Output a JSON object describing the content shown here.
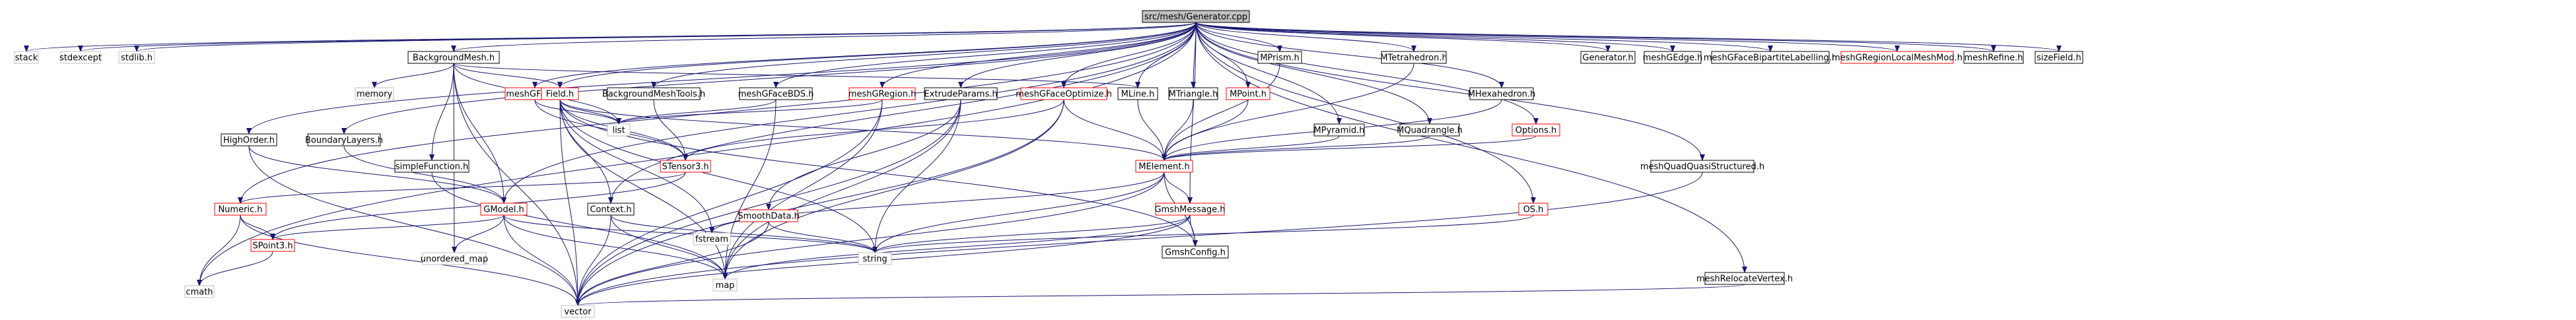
{
  "colors": {
    "edge": "#191970",
    "root_fill": "#bfbfbf",
    "default_fill": "#ffffff",
    "default_border": "#000000",
    "link_border": "#ff0000",
    "ext_border": "#bfbfbf",
    "text": "#000000"
  },
  "nodes": [
    {
      "id": "root",
      "label": "src/mesh/Generator.cpp",
      "style": "root"
    },
    {
      "id": "stack",
      "label": "stack",
      "style": "ext"
    },
    {
      "id": "stdexcept",
      "label": "stdexcept",
      "style": "ext"
    },
    {
      "id": "stdlib",
      "label": "stdlib.h",
      "style": "ext"
    },
    {
      "id": "BackgroundMesh",
      "label": "BackgroundMesh.h",
      "style": "default"
    },
    {
      "id": "memory",
      "label": "memory",
      "style": "ext"
    },
    {
      "id": "simpleFunction",
      "label": "simpleFunction.h",
      "style": "default"
    },
    {
      "id": "HighOrder",
      "label": "HighOrder.h",
      "style": "default"
    },
    {
      "id": "BoundaryLayers",
      "label": "BoundaryLayers.h",
      "style": "default"
    },
    {
      "id": "meshGFace",
      "label": "meshGFace.h",
      "style": "link"
    },
    {
      "id": "Field",
      "label": "Field.h",
      "style": "link"
    },
    {
      "id": "BackgroundMeshTools",
      "label": "BackgroundMeshTools.h",
      "style": "default"
    },
    {
      "id": "meshGFaceBDS",
      "label": "meshGFaceBDS.h",
      "style": "default"
    },
    {
      "id": "meshGRegion",
      "label": "meshGRegion.h",
      "style": "link"
    },
    {
      "id": "ExtrudeParams",
      "label": "ExtrudeParams.h",
      "style": "default"
    },
    {
      "id": "meshGFaceOptimize",
      "label": "meshGFaceOptimize.h",
      "style": "link"
    },
    {
      "id": "MLine",
      "label": "MLine.h",
      "style": "default"
    },
    {
      "id": "MTriangle",
      "label": "MTriangle.h",
      "style": "default"
    },
    {
      "id": "MPoint",
      "label": "MPoint.h",
      "style": "link"
    },
    {
      "id": "MPrism",
      "label": "MPrism.h",
      "style": "default"
    },
    {
      "id": "MPyramid",
      "label": "MPyramid.h",
      "style": "default"
    },
    {
      "id": "MTetrahedron",
      "label": "MTetrahedron.h",
      "style": "default"
    },
    {
      "id": "MQuadrangle",
      "label": "MQuadrangle.h",
      "style": "default"
    },
    {
      "id": "MHexahedron",
      "label": "MHexahedron.h",
      "style": "default"
    },
    {
      "id": "Options",
      "label": "Options.h",
      "style": "link"
    },
    {
      "id": "Generator",
      "label": "Generator.h",
      "style": "default"
    },
    {
      "id": "meshGEdge",
      "label": "meshGEdge.h",
      "style": "default"
    },
    {
      "id": "meshGFaceBipartite",
      "label": "meshGFaceBipartiteLabelling.h",
      "style": "default"
    },
    {
      "id": "meshGRegionLocalMeshMod",
      "label": "meshGRegionLocalMeshMod.h",
      "style": "link"
    },
    {
      "id": "meshRefine",
      "label": "meshRefine.h",
      "style": "default"
    },
    {
      "id": "sizeField",
      "label": "sizeField.h",
      "style": "default"
    },
    {
      "id": "meshQuadQuasiStructured",
      "label": "meshQuadQuasiStructured.h",
      "style": "default"
    },
    {
      "id": "OS",
      "label": "OS.h",
      "style": "link"
    },
    {
      "id": "meshRelocateVertex",
      "label": "meshRelocateVertex.h",
      "style": "default"
    },
    {
      "id": "Numeric",
      "label": "Numeric.h",
      "style": "link"
    },
    {
      "id": "SPoint3",
      "label": "SPoint3.h",
      "style": "link"
    },
    {
      "id": "cmath",
      "label": "cmath",
      "style": "ext"
    },
    {
      "id": "GModel",
      "label": "GModel.h",
      "style": "link"
    },
    {
      "id": "unordered_map",
      "label": "unordered_map",
      "style": "ext"
    },
    {
      "id": "list",
      "label": "list",
      "style": "ext"
    },
    {
      "id": "STensor3",
      "label": "STensor3.h",
      "style": "link"
    },
    {
      "id": "Context",
      "label": "Context.h",
      "style": "default"
    },
    {
      "id": "fstream",
      "label": "fstream",
      "style": "ext"
    },
    {
      "id": "map",
      "label": "map",
      "style": "ext"
    },
    {
      "id": "SmoothData",
      "label": "SmoothData.h",
      "style": "link"
    },
    {
      "id": "string",
      "label": "string",
      "style": "ext"
    },
    {
      "id": "MElement",
      "label": "MElement.h",
      "style": "link"
    },
    {
      "id": "GmshMessage",
      "label": "GmshMessage.h",
      "style": "link"
    },
    {
      "id": "GmshConfig",
      "label": "GmshConfig.h",
      "style": "default"
    },
    {
      "id": "vector",
      "label": "vector",
      "style": "ext"
    }
  ],
  "edges": [
    [
      "root",
      "stack"
    ],
    [
      "root",
      "stdexcept"
    ],
    [
      "root",
      "stdlib"
    ],
    [
      "root",
      "BackgroundMesh"
    ],
    [
      "root",
      "HighOrder"
    ],
    [
      "root",
      "BoundaryLayers"
    ],
    [
      "root",
      "meshGFace"
    ],
    [
      "root",
      "BackgroundMeshTools"
    ],
    [
      "root",
      "meshGFaceBDS"
    ],
    [
      "root",
      "meshGRegion"
    ],
    [
      "root",
      "ExtrudeParams"
    ],
    [
      "root",
      "meshGFaceOptimize"
    ],
    [
      "root",
      "MLine"
    ],
    [
      "root",
      "MTriangle"
    ],
    [
      "root",
      "MPoint"
    ],
    [
      "root",
      "MPrism"
    ],
    [
      "root",
      "MPyramid"
    ],
    [
      "root",
      "MTetrahedron"
    ],
    [
      "root",
      "MQuadrangle"
    ],
    [
      "root",
      "MHexahedron"
    ],
    [
      "root",
      "Options"
    ],
    [
      "root",
      "Generator"
    ],
    [
      "root",
      "meshGEdge"
    ],
    [
      "root",
      "meshGFaceBipartite"
    ],
    [
      "root",
      "meshGRegionLocalMeshMod"
    ],
    [
      "root",
      "meshRefine"
    ],
    [
      "root",
      "sizeField"
    ],
    [
      "root",
      "meshQuadQuasiStructured"
    ],
    [
      "root",
      "OS"
    ],
    [
      "root",
      "meshRelocateVertex"
    ],
    [
      "root",
      "Numeric"
    ],
    [
      "root",
      "Context"
    ],
    [
      "root",
      "GModel"
    ],
    [
      "root",
      "GmshMessage"
    ],
    [
      "root",
      "cmath"
    ],
    [
      "root",
      "Field"
    ],
    [
      "BackgroundMesh",
      "memory"
    ],
    [
      "BackgroundMesh",
      "simpleFunction"
    ],
    [
      "BackgroundMesh",
      "Field"
    ],
    [
      "BackgroundMesh",
      "list"
    ],
    [
      "BackgroundMesh",
      "GModel"
    ],
    [
      "BackgroundMesh",
      "unordered_map"
    ],
    [
      "BackgroundMesh",
      "vector"
    ],
    [
      "BackgroundMesh",
      "MLine"
    ],
    [
      "simpleFunction",
      "map"
    ],
    [
      "HighOrder",
      "vector"
    ],
    [
      "HighOrder",
      "GModel"
    ],
    [
      "BoundaryLayers",
      "GModel"
    ],
    [
      "meshGFace",
      "list"
    ],
    [
      "meshGFace",
      "STensor3"
    ],
    [
      "Field",
      "list"
    ],
    [
      "Field",
      "STensor3"
    ],
    [
      "Field",
      "Context"
    ],
    [
      "Field",
      "fstream"
    ],
    [
      "Field",
      "map"
    ],
    [
      "Field",
      "string"
    ],
    [
      "Field",
      "vector"
    ],
    [
      "Field",
      "MElement"
    ],
    [
      "Field",
      "GmshConfig"
    ],
    [
      "BackgroundMeshTools",
      "STensor3"
    ],
    [
      "meshGFaceBDS",
      "list"
    ],
    [
      "meshGFaceBDS",
      "map"
    ],
    [
      "meshGRegion",
      "list"
    ],
    [
      "meshGRegion",
      "map"
    ],
    [
      "meshGRegion",
      "vector"
    ],
    [
      "ExtrudeParams",
      "SmoothData"
    ],
    [
      "ExtrudeParams",
      "string"
    ],
    [
      "ExtrudeParams",
      "map"
    ],
    [
      "ExtrudeParams",
      "vector"
    ],
    [
      "meshGFaceOptimize",
      "STensor3"
    ],
    [
      "meshGFaceOptimize",
      "MElement"
    ],
    [
      "meshGFaceOptimize",
      "vector"
    ],
    [
      "meshGFaceOptimize",
      "map"
    ],
    [
      "MLine",
      "MElement"
    ],
    [
      "MTriangle",
      "MElement"
    ],
    [
      "MPoint",
      "MElement"
    ],
    [
      "MPrism",
      "MElement"
    ],
    [
      "MPyramid",
      "MElement"
    ],
    [
      "MTetrahedron",
      "MElement"
    ],
    [
      "MQuadrangle",
      "MElement"
    ],
    [
      "MHexahedron",
      "MElement"
    ],
    [
      "Options",
      "MElement"
    ],
    [
      "meshQuadQuasiStructured",
      "vector"
    ],
    [
      "OS",
      "string"
    ],
    [
      "meshRelocateVertex",
      "vector"
    ],
    [
      "Numeric",
      "SPoint3"
    ],
    [
      "Numeric",
      "cmath"
    ],
    [
      "Numeric",
      "vector"
    ],
    [
      "SPoint3",
      "cmath"
    ],
    [
      "GModel",
      "SPoint3"
    ],
    [
      "GModel",
      "unordered_map"
    ],
    [
      "GModel",
      "map"
    ],
    [
      "GModel",
      "vector"
    ],
    [
      "GModel",
      "string"
    ],
    [
      "STensor3",
      "SPoint3"
    ],
    [
      "STensor3",
      "Numeric"
    ],
    [
      "Context",
      "string"
    ],
    [
      "Context",
      "vector"
    ],
    [
      "Context",
      "map"
    ],
    [
      "SmoothData",
      "string"
    ],
    [
      "SmoothData",
      "vector"
    ],
    [
      "MElement",
      "GmshMessage"
    ],
    [
      "MElement",
      "fstream"
    ],
    [
      "MElement",
      "string"
    ],
    [
      "MElement",
      "GmshConfig"
    ],
    [
      "MElement",
      "vector"
    ],
    [
      "GmshMessage",
      "map"
    ],
    [
      "GmshMessage",
      "string"
    ],
    [
      "GmshMessage",
      "vector"
    ],
    [
      "GmshMessage",
      "GmshConfig"
    ]
  ]
}
